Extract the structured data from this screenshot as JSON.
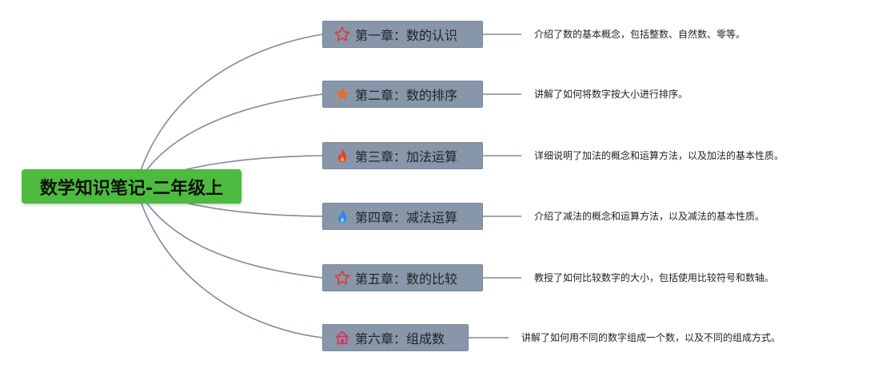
{
  "root": {
    "title": "数学知识笔记-二年级上"
  },
  "colors": {
    "root_fill": "#4cbb3f",
    "node_fill": "#8797a9",
    "line": "#7f8a9c",
    "star_outline": "#e0373f",
    "star_filled": "#ea6a2a",
    "flame": "#e8402f",
    "drop": "#2d86e8",
    "home": "#d8365a"
  },
  "chapters": [
    {
      "title": "第一章：数的认识",
      "icon": "star-outline-icon",
      "description": "介绍了数的基本概念，包括整数、自然数、零等。"
    },
    {
      "title": "第二章：数的排序",
      "icon": "star-filled-icon",
      "description": "讲解了如何将数字按大小进行排序。"
    },
    {
      "title": "第三章：加法运算",
      "icon": "flame-icon",
      "description": "详细说明了加法的概念和运算方法，以及加法的基本性质。"
    },
    {
      "title": "第四章：减法运算",
      "icon": "drop-icon",
      "description": "介绍了减法的概念和运算方法，以及减法的基本性质。"
    },
    {
      "title": "第五章：数的比较",
      "icon": "star-outline-icon",
      "description": "教授了如何比较数字的大小，包括使用比较符号和数轴。"
    },
    {
      "title": "第六章：组成数",
      "icon": "home-icon",
      "description": "讲解了如何用不同的数字组成一个数，以及不同的组成方式。"
    }
  ]
}
